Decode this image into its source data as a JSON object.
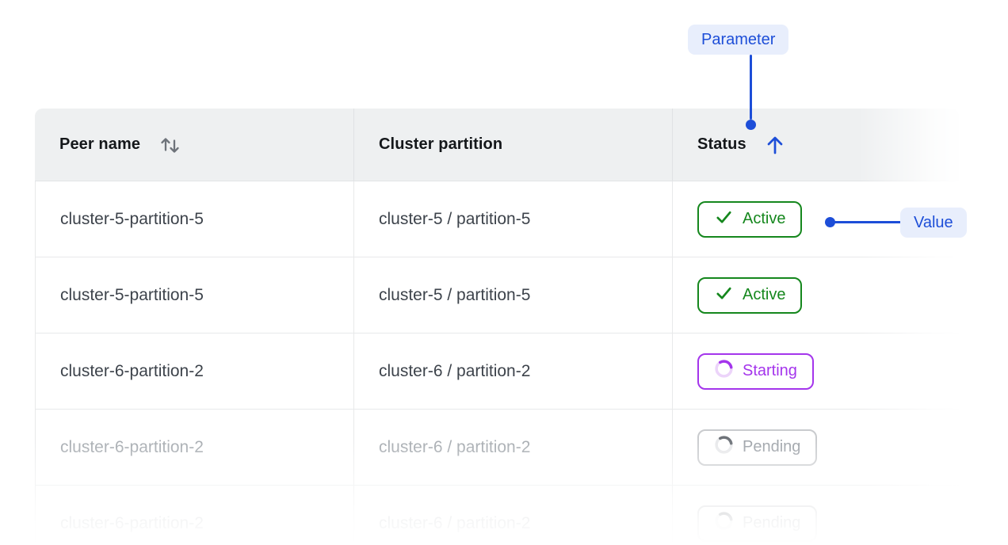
{
  "callouts": {
    "parameter_label": "Parameter",
    "value_label": "Value"
  },
  "table": {
    "header": {
      "peer_label": "Peer name",
      "partition_label": "Cluster partition",
      "status_label": "Status",
      "peer_sort_icon": "sort-up-down-icon",
      "status_sort_icon": "sort-ascending-arrow-icon",
      "status_sort_state": "ascending"
    },
    "rows": [
      {
        "peer": "cluster-5-partition-5",
        "partition": "cluster-5 / partition-5",
        "status": "Active",
        "status_kind": "active",
        "status_icon": "check-icon"
      },
      {
        "peer": "cluster-5-partition-5",
        "partition": "cluster-5 / partition-5",
        "status": "Active",
        "status_kind": "active",
        "status_icon": "check-icon"
      },
      {
        "peer": "cluster-6-partition-2",
        "partition": "cluster-6 / partition-2",
        "status": "Starting",
        "status_kind": "starting",
        "status_icon": "spinner-icon"
      },
      {
        "peer": "cluster-6-partition-2",
        "partition": "cluster-6 / partition-2",
        "status": "Pending",
        "status_kind": "pending",
        "status_icon": "spinner-icon"
      },
      {
        "peer": "cluster-6-partition-2",
        "partition": "cluster-6 / partition-2",
        "status": "Pending",
        "status_kind": "pending",
        "status_icon": "spinner-icon"
      }
    ]
  },
  "colors": {
    "accent_blue": "#1d4ed8",
    "callout_pill_bg": "#e8eefc",
    "status_active_green": "#15871d",
    "status_starting_purple": "#a435ec",
    "status_pending_gray": "#9da2a8",
    "header_bg": "#eef0f1",
    "row_border": "#e8e9ea",
    "body_text": "#3d434b",
    "dim_text": "#a6abb0"
  }
}
